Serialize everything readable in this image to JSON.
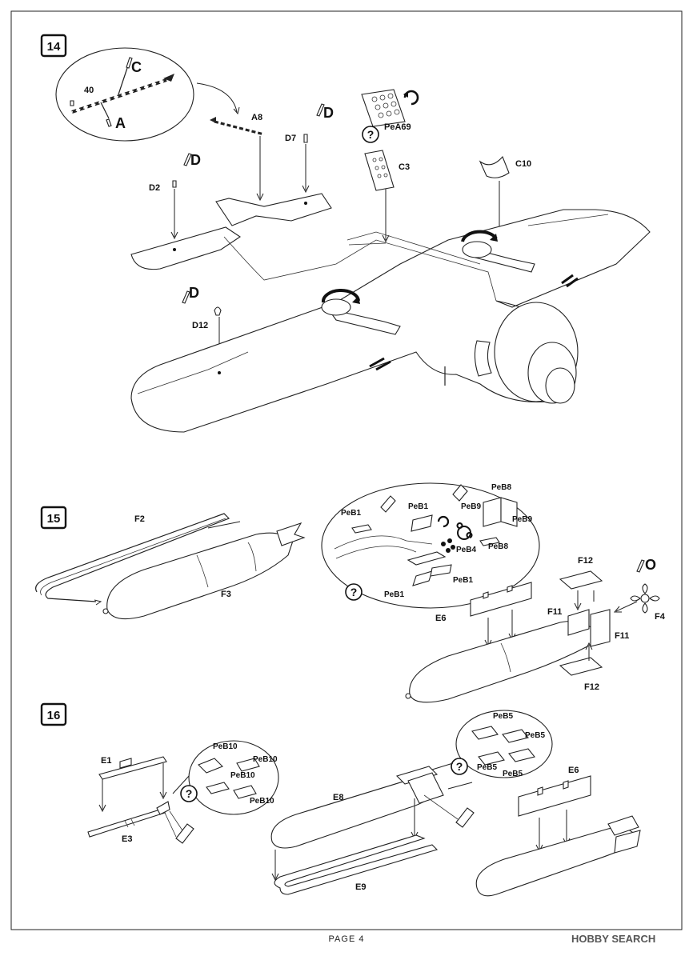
{
  "page": {
    "footer": "PAGE 4",
    "watermark": "HOBBY SEARCH"
  },
  "steps": [
    {
      "number": "14"
    },
    {
      "number": "15"
    },
    {
      "number": "16"
    }
  ],
  "step14": {
    "callout_number": "40",
    "labels": {
      "C": "C",
      "A": "A",
      "A8": "A8",
      "D7": "D7",
      "D": "D",
      "D2": "D2",
      "D12": "D12",
      "PeA69": "PeA69",
      "C3": "C3",
      "C10": "C10",
      "q": "?"
    }
  },
  "step15": {
    "labels": {
      "F2": "F2",
      "F3": "F3",
      "PeB1": "PeB1",
      "PeB8": "PeB8",
      "PeB9": "PeB9",
      "PeB4": "PeB4",
      "F12": "F12",
      "F11": "F11",
      "F4": "F4",
      "O": "O",
      "E6": "E6",
      "q": "?"
    }
  },
  "step16": {
    "labels": {
      "E1": "E1",
      "E3": "E3",
      "PeB10": "PeB10",
      "E8": "E8",
      "E9": "E9",
      "PeB5": "PeB5",
      "E6": "E6",
      "q": "?"
    }
  }
}
